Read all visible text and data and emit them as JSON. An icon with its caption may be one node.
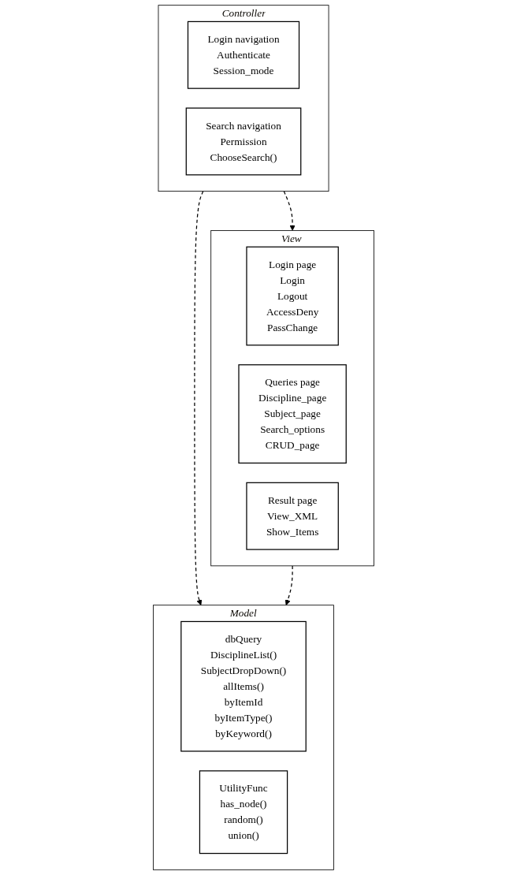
{
  "diagram": {
    "nodes": [
      {
        "text": [
          "View"
        ]
      },
      {
        "text": [
          "Login page",
          "Login",
          "Logout",
          "AccessDeny",
          "PassChange"
        ],
        "in": 0
      },
      {
        "text": [
          "Queries page",
          "Discipline_page",
          "Subject_page",
          "Search_options",
          "CRUD_page"
        ],
        "in": 0
      },
      {
        "text": [
          "Result page",
          "View_XML",
          "Show_Items"
        ],
        "in": 0
      },
      {
        "text": [
          "Controller"
        ]
      },
      {
        "text": [
          "Login navigation",
          "Authenticate",
          "Session_mode"
        ],
        "in": 4
      },
      {
        "text": [
          "Search navigation",
          "Permission",
          "ChooseSearch()"
        ],
        "in": 4
      },
      {
        "text": [
          "Model"
        ]
      },
      {
        "text": [
          "dbQuery",
          "DisciplineList()",
          "SubjectDropDown()",
          "allItems()",
          "byItemId",
          "byItemType()",
          "byKeyword()"
        ],
        "in": 7
      },
      {
        "text": [
          "UtilityFunc",
          "has_node()",
          "random()",
          "union()"
        ],
        "in": 7
      }
    ],
    "edges": [
      {
        "from": 4,
        "to": 0,
        "arrow": "to",
        "style": "dashed"
      },
      {
        "from": 4,
        "to": 7,
        "arrow": "to",
        "style": "dashed"
      },
      {
        "from": 0,
        "to": 7,
        "arrow": "to",
        "style": "dashed"
      }
    ]
  }
}
